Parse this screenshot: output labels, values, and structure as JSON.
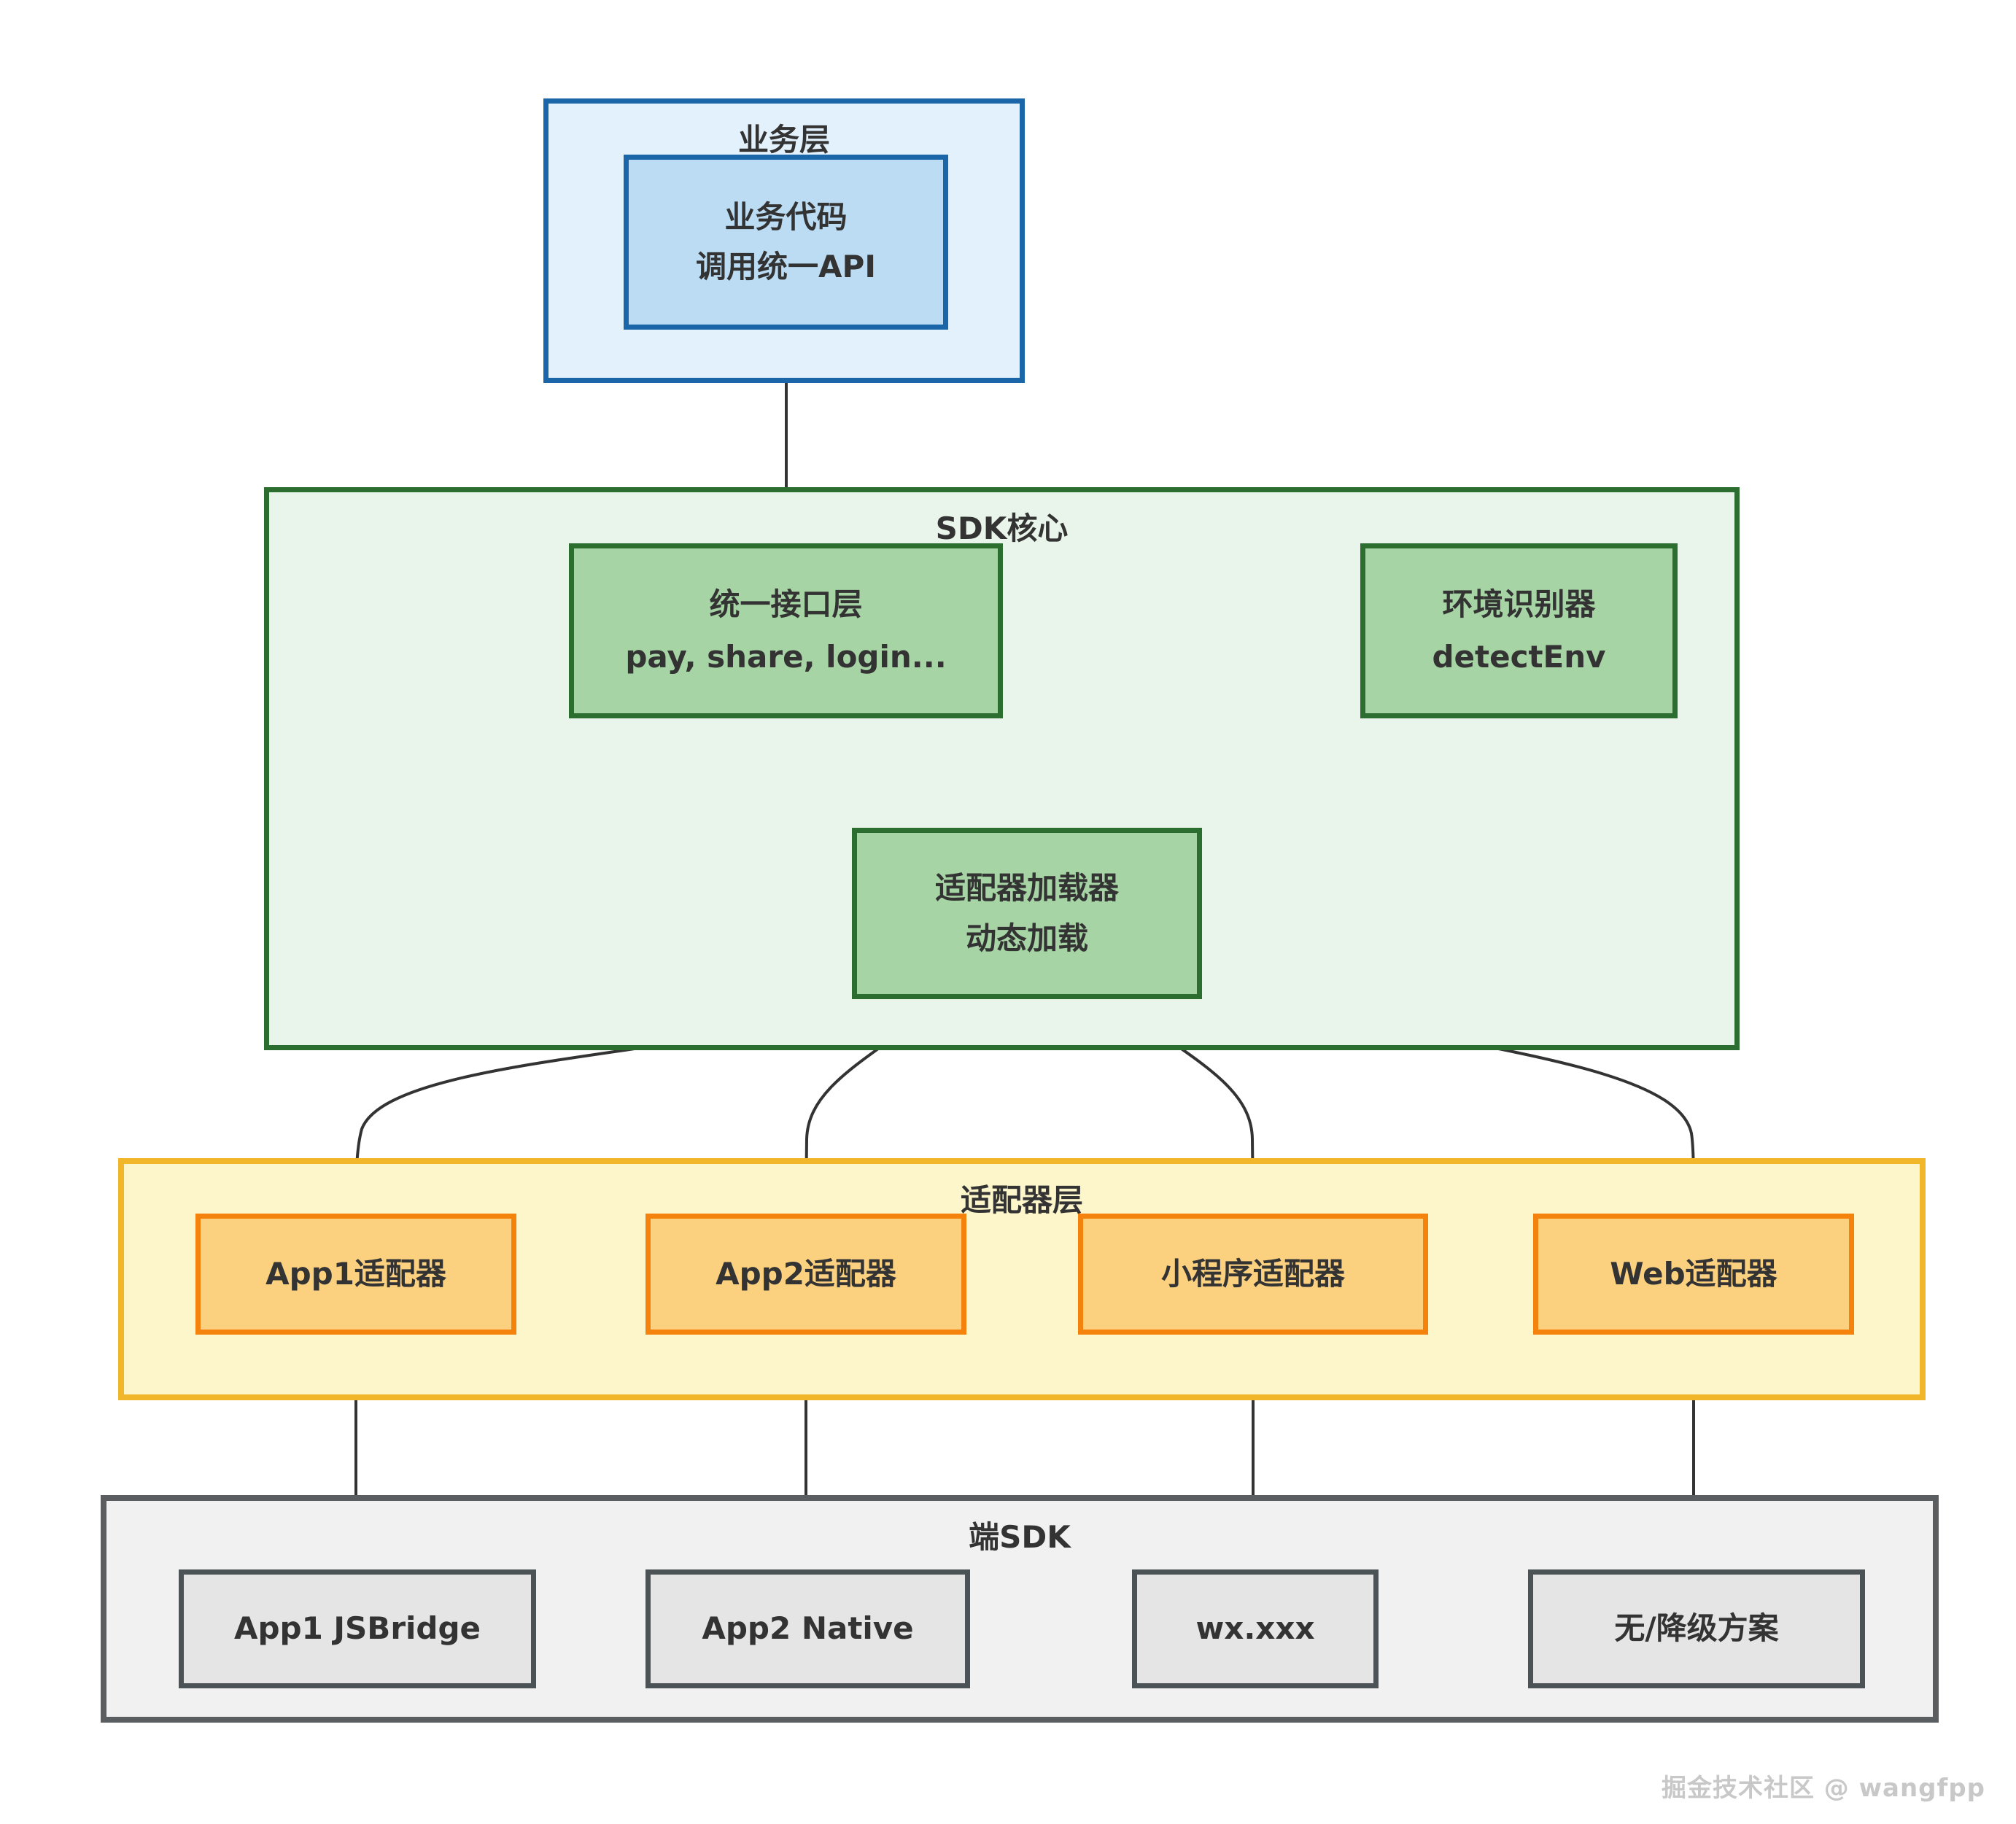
{
  "palette": {
    "blue_border": "#1a66a8",
    "blue_layer_fill": "#e3f1fc",
    "blue_node_fill": "#bcdcf4",
    "green_border": "#2c6e2f",
    "green_layer_fill": "#e9f4ea",
    "green_node_fill": "#a6d4a4",
    "yellow_border": "#f2b62b",
    "yellow_layer_fill": "#fdf6cb",
    "orange_border": "#f5820d",
    "orange_node_fill": "#fbd180",
    "gray_border": "#5a5e61",
    "gray_layer_fill": "#f1f1f2",
    "gray_node_fill": "#e5e5e6",
    "connector_line": "#333333"
  },
  "business_layer": {
    "label": "业务层",
    "code_box": {
      "line1": "业务代码",
      "line2": "调用统一API"
    }
  },
  "sdk_core": {
    "label": "SDK核心",
    "unified_api": {
      "line1": "统一接口层",
      "line2": "pay, share, login..."
    },
    "env_detector": {
      "line1": "环境识别器",
      "line2": "detectEnv"
    },
    "adapter_loader": {
      "line1": "适配器加载器",
      "line2": "动态加载"
    }
  },
  "adapter_layer": {
    "label": "适配器层",
    "adapters": [
      {
        "label": "App1适配器"
      },
      {
        "label": "App2适配器"
      },
      {
        "label": "小程序适配器"
      },
      {
        "label": "Web适配器"
      }
    ]
  },
  "client_sdk_layer": {
    "label": "端SDK",
    "targets": [
      {
        "label": "App1 JSBridge"
      },
      {
        "label": "App2 Native"
      },
      {
        "label": "wx.xxx"
      },
      {
        "label": "无/降级方案"
      }
    ]
  },
  "watermark": "掘金技术社区 @ wangfpp"
}
